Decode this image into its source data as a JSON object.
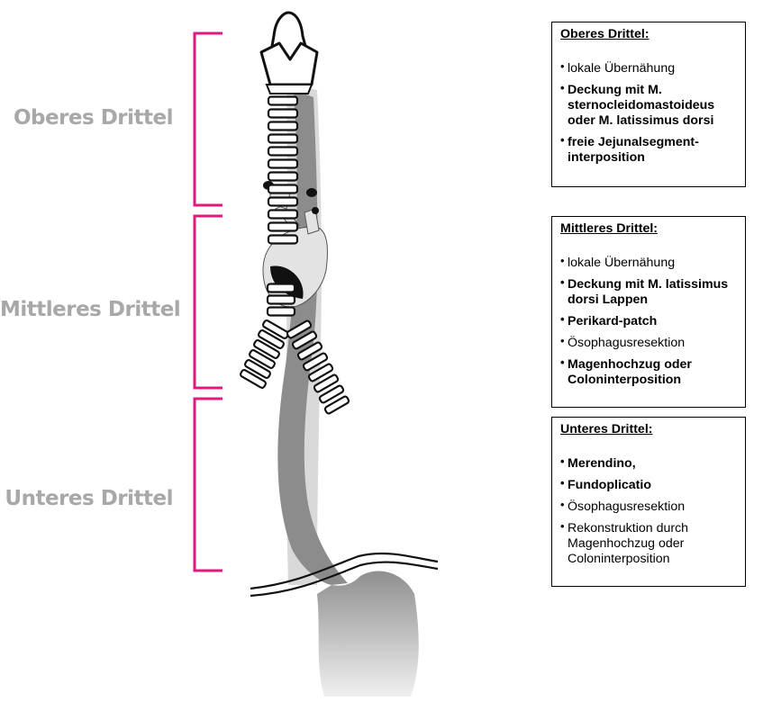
{
  "colors": {
    "bracket": "#e0197d",
    "region_label": "#a8a8a8",
    "esophagus_dark": "#8c8c8c",
    "trachea_light": "#d9d9d9"
  },
  "regions": [
    {
      "label": "Oberes Drittel"
    },
    {
      "label": "Mittleres Drittel"
    },
    {
      "label": "Unteres Drittel"
    }
  ],
  "boxes": [
    {
      "title": "Oberes Drittel:",
      "items": [
        {
          "text": "lokale Übernähung",
          "bold": false
        },
        {
          "text": "Deckung mit M. sternocleidomastoideus oder M. latissimus dorsi",
          "bold": true
        },
        {
          "text": "freie Jejunalsegment-interposition",
          "bold": true
        }
      ]
    },
    {
      "title": "Mittleres Drittel:",
      "items": [
        {
          "text": "lokale Übernähung",
          "bold": false
        },
        {
          "text": "Deckung mit M. latissimus dorsi Lappen",
          "bold": true
        },
        {
          "text": "Perikard-patch",
          "bold": true
        },
        {
          "text": "Ösophagusresektion",
          "bold": false
        },
        {
          "text": "Magenhochzug oder Coloninterposition",
          "bold": true
        }
      ]
    },
    {
      "title": "Unteres Drittel:",
      "items": [
        {
          "text": "Merendino,",
          "bold": true
        },
        {
          "text": "Fundoplicatio",
          "bold": true
        },
        {
          "text": "Ösophagusresektion",
          "bold": false
        },
        {
          "text": "Rekonstruktion durch Magenhochzug oder Coloninterposition",
          "bold": false
        }
      ]
    }
  ]
}
